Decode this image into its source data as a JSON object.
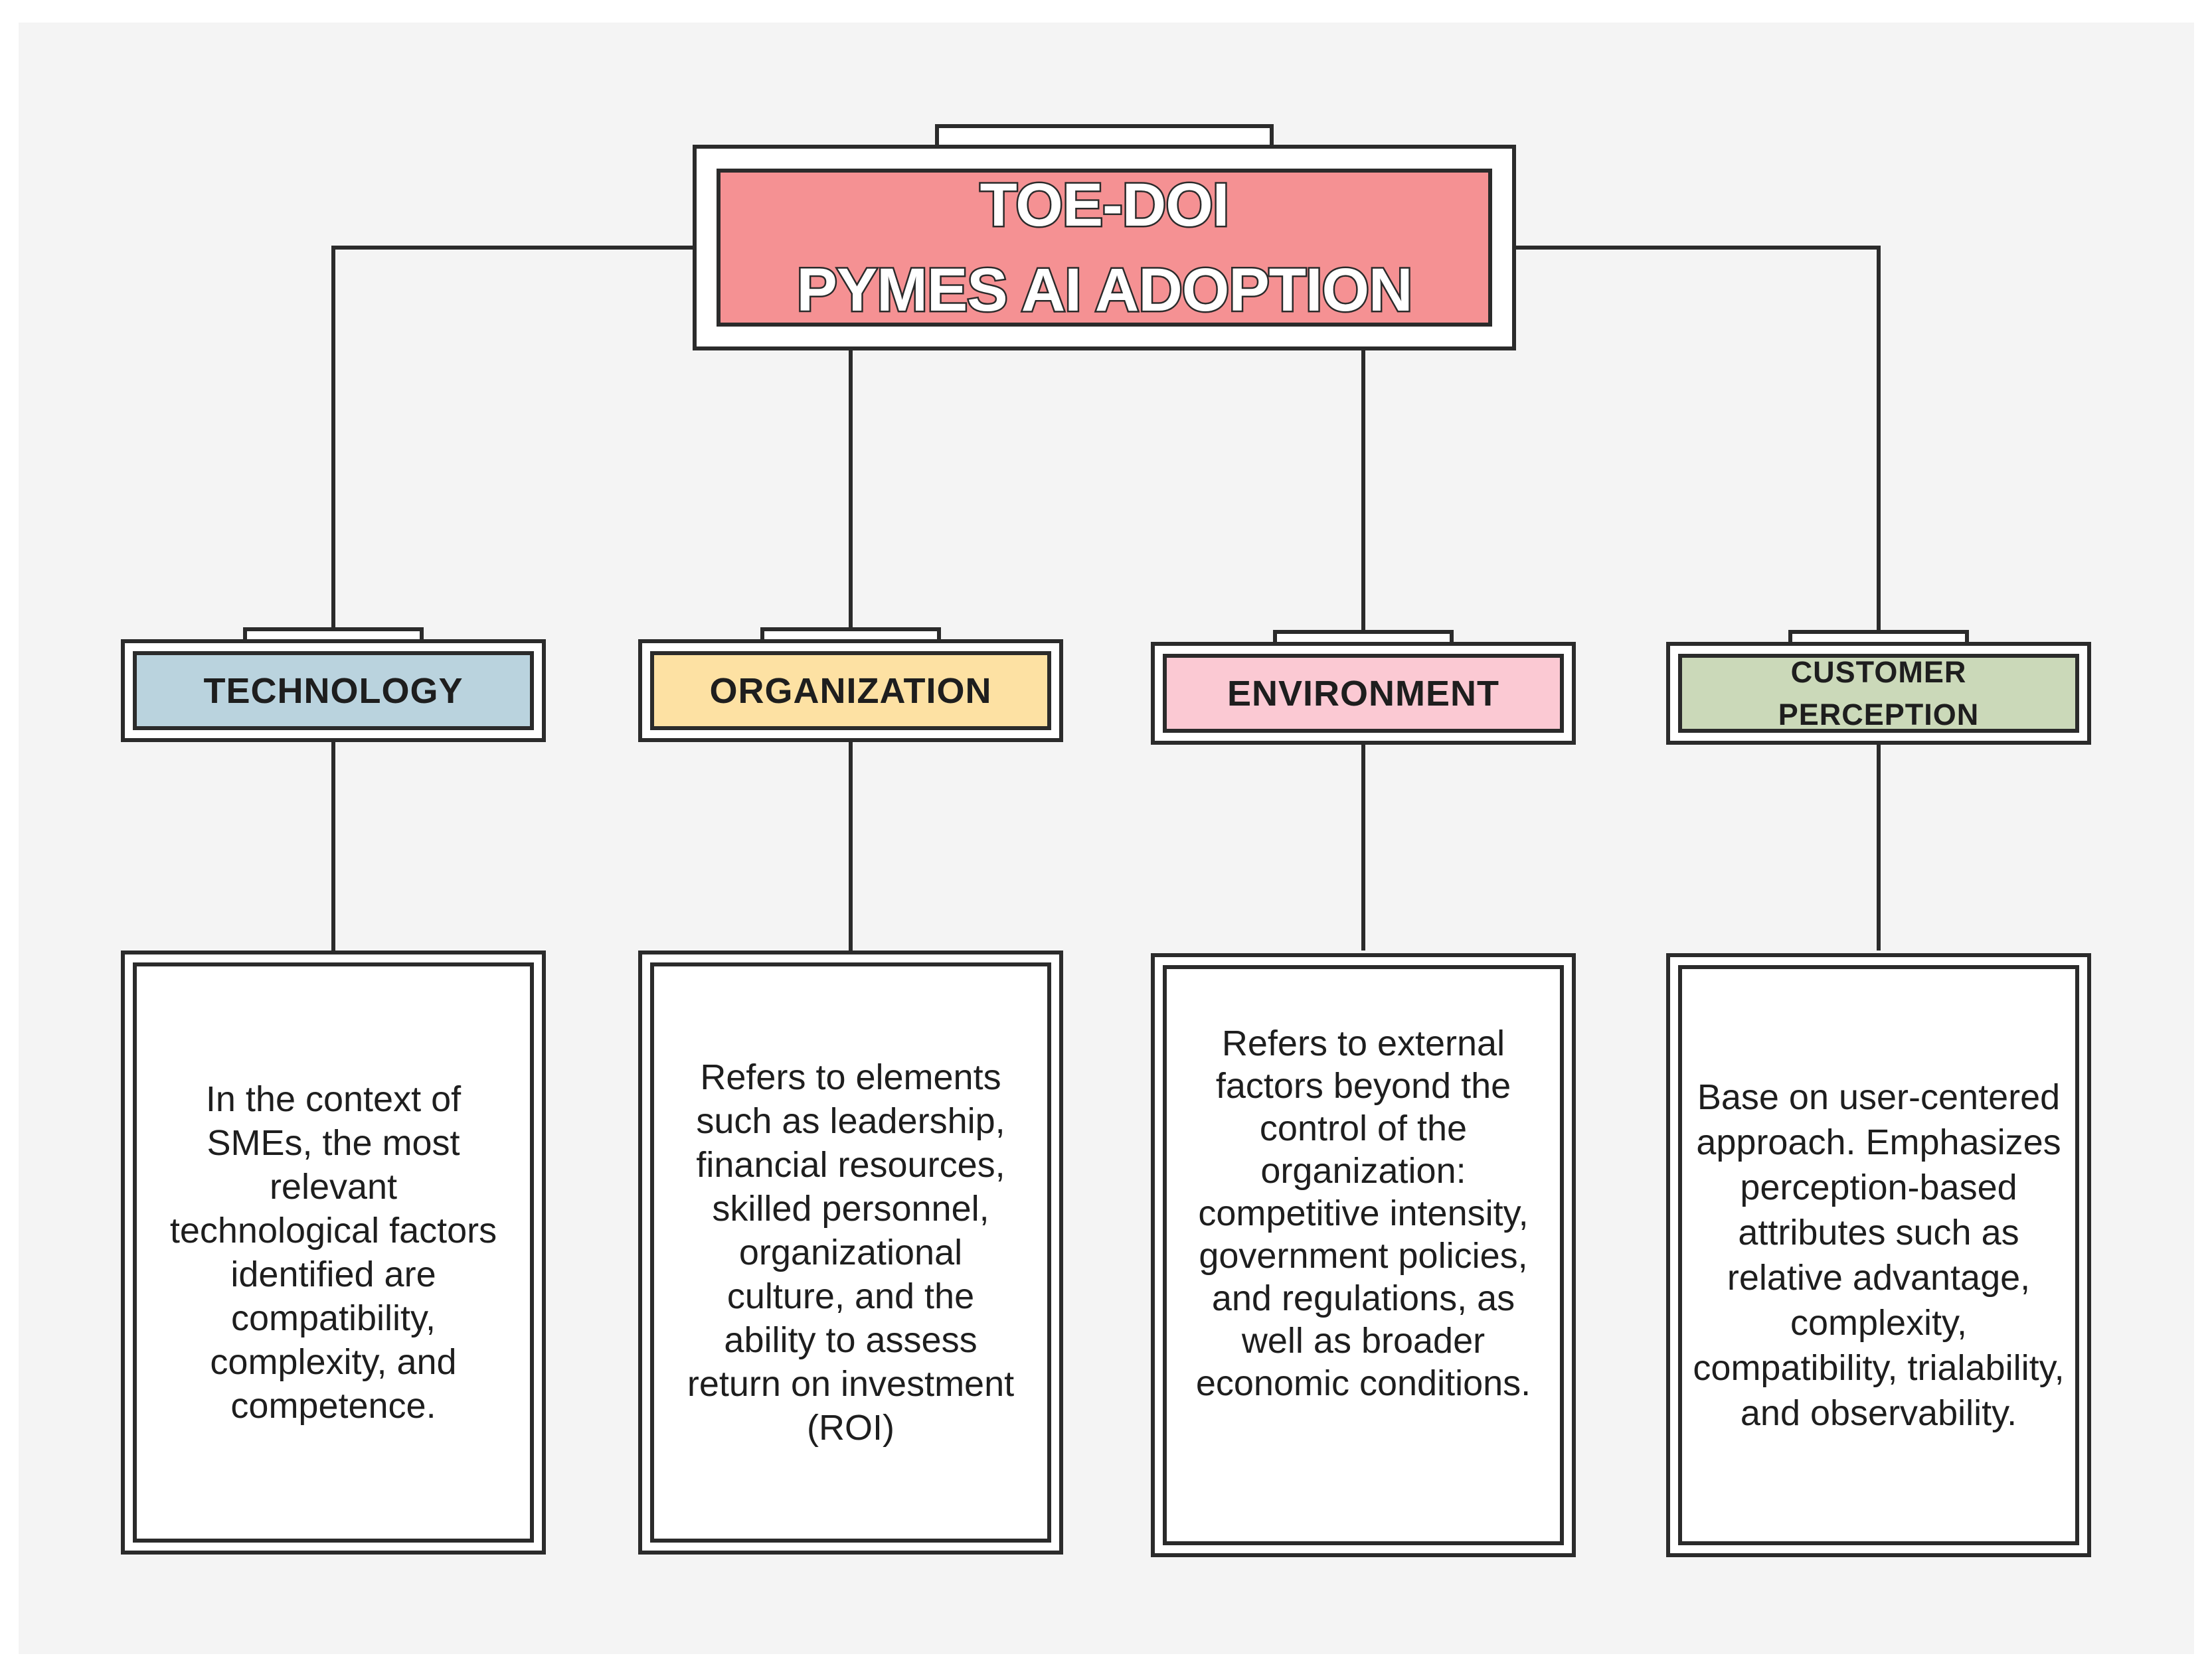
{
  "title": {
    "line1": "TOE-DOI",
    "line2": "PYMES AI ADOPTION",
    "fill": "#f59193"
  },
  "categories": [
    {
      "label": "TECHNOLOGY",
      "color": "#bad3de",
      "description": "In the context of SMEs, the most relevant technological factors identified are compatibility, complexity, and competence."
    },
    {
      "label": "ORGANIZATION",
      "color": "#fde1a3",
      "description": "Refers to elements such as leadership, financial resources, skilled personnel, organizational culture, and the ability to assess return on investment (ROI)"
    },
    {
      "label": "ENVIRONMENT",
      "color": "#fbc9d3",
      "description": "Refers to external factors beyond the control of the organization: competitive intensity, government policies, and regulations, as well as broader economic conditions."
    },
    {
      "label": "CUSTOMER PERCEPTION",
      "color": "#cbd9b9",
      "description": "Base on user-centered approach. Emphasizes perception-based attributes such as relative advantage, complexity, compatibility, trialability, and observability."
    }
  ]
}
